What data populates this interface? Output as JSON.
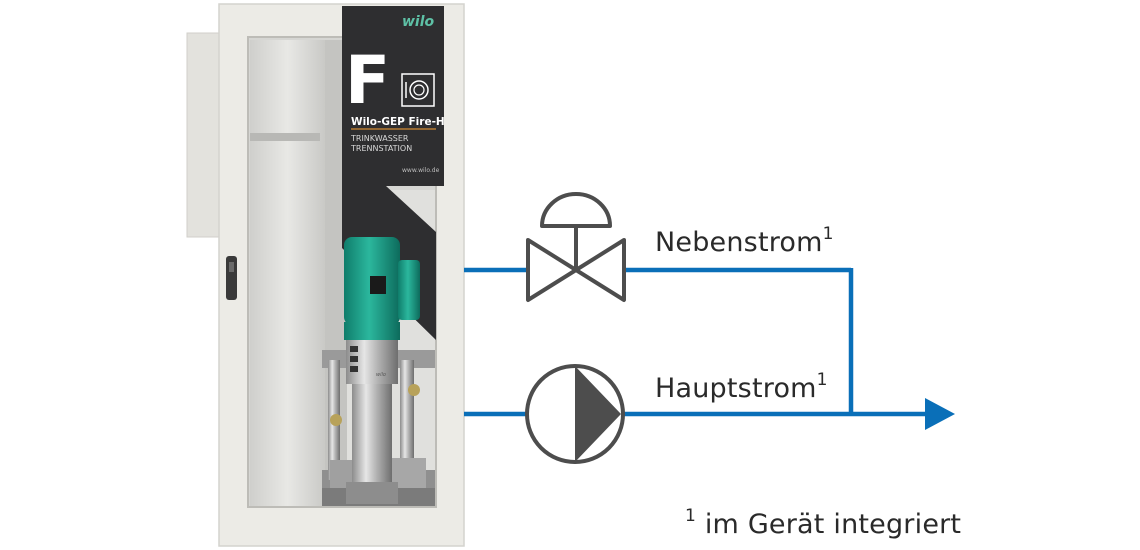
{
  "labels": {
    "bypass": "Nebenstrom",
    "bypass_sup": "1",
    "main": "Hauptstrom",
    "main_sup": "1",
    "footnote_sup": "1",
    "footnote": "im Gerät integriert"
  },
  "panel": {
    "brand": "wilo",
    "letter": "F",
    "product": "Wilo-GEP Fire-H",
    "line1": "TRINKWASSER",
    "line2": "TRENNSTATION",
    "url": "www.wilo.de",
    "pump_brand": "wilo"
  },
  "colors": {
    "pipe": "#0a6fb8",
    "symbol": "#4d4d4d",
    "cabinet": "#ecebe6",
    "panel": "#2e2e30",
    "pump_green": "#1fa38c"
  },
  "icons": [
    "valve-icon",
    "pump-icon",
    "arrow-right-icon",
    "fire-hose-icon"
  ]
}
